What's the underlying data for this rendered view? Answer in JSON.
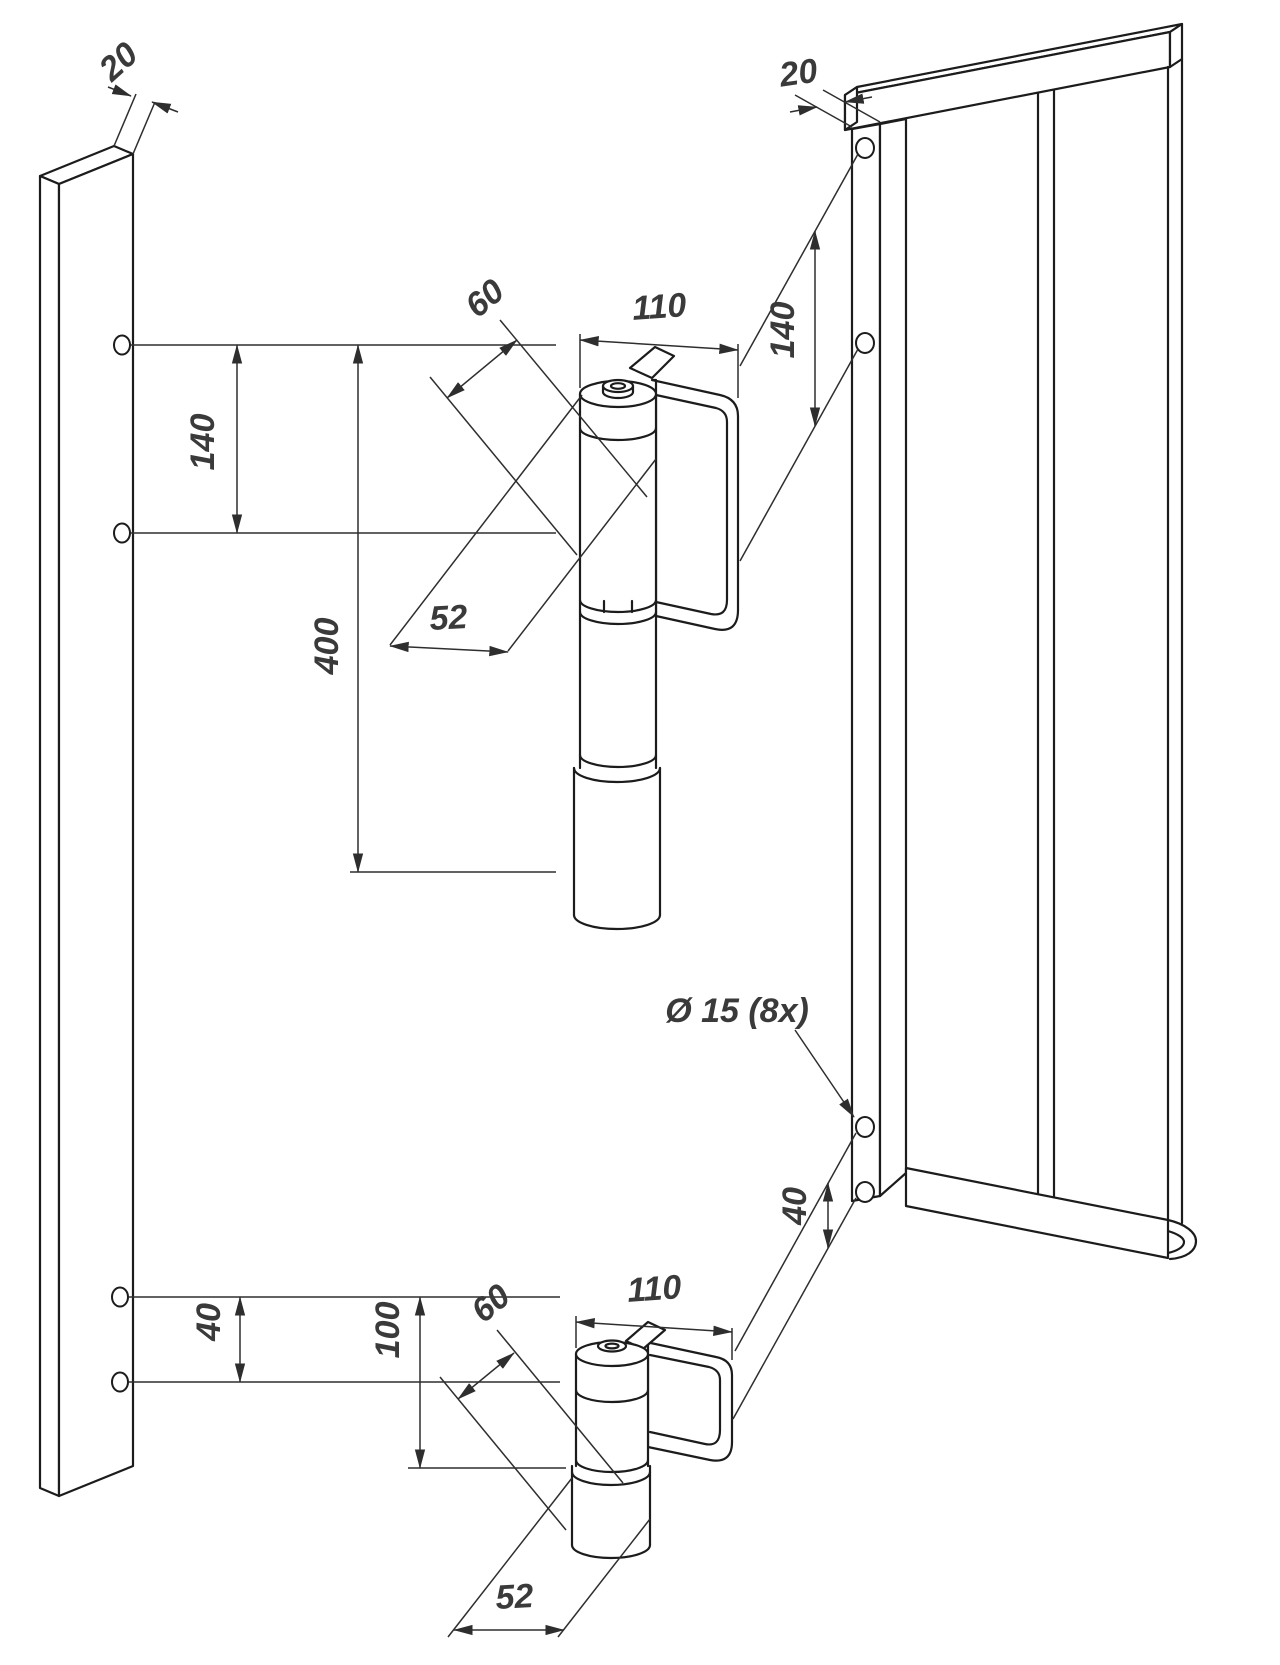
{
  "colors": {
    "ink": "#1c1c1c",
    "dimension_lines": "#2e2e2e",
    "labels": "#3a3a3a",
    "background": "#ffffff"
  },
  "dims": {
    "post_thickness": "20",
    "frame_thickness": "20",
    "top_hinge_offset": "60",
    "top_hinge_width": "110",
    "frame_top_hole_spacing": "140",
    "post_top_hole_spacing": "140",
    "top_hinge_length": "400",
    "top_hinge_depth": "52",
    "hole_spec": "Ø 15 (8x)",
    "frame_bottom_hole_spacing": "40",
    "post_bottom_hole_spacing": "40",
    "bottom_hinge_height": "100",
    "bottom_hinge_offset": "60",
    "bottom_hinge_width": "110",
    "bottom_hinge_depth": "52"
  }
}
